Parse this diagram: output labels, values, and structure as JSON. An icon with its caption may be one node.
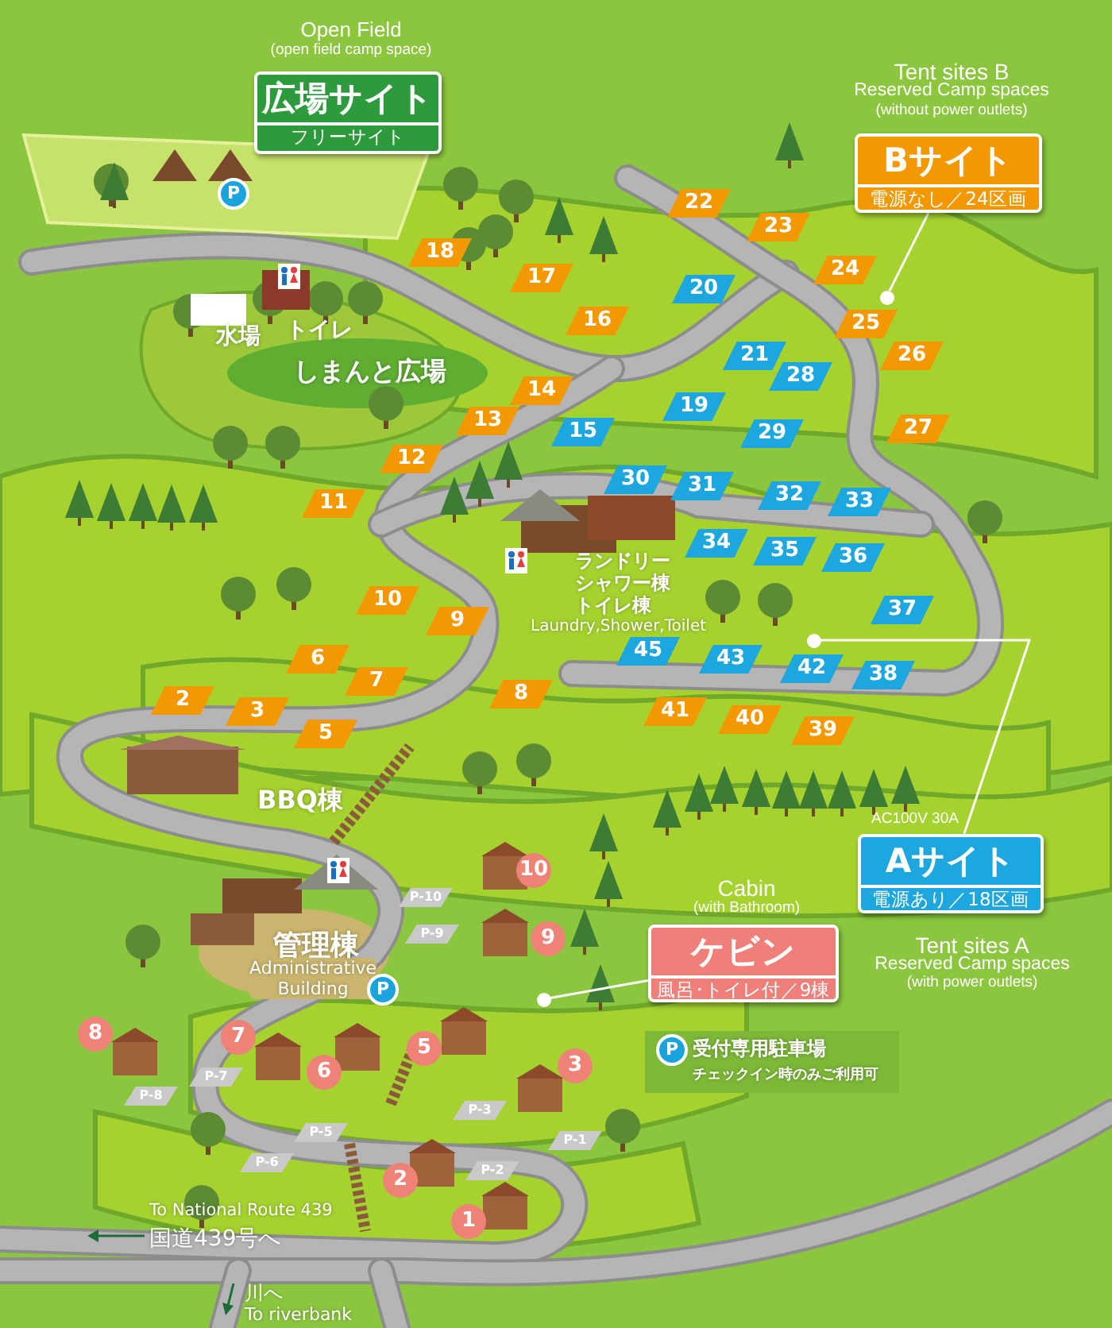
{
  "diagram": {
    "nodes": [
      {
        "text": [
          "広場サイト",
          "フリーサイト"
        ],
        "beside": [
          "Open Field",
          "(open field camp space)"
        ]
      },
      {
        "text": [
          "Bサイト",
          "電源なし／24区画"
        ],
        "beside": [
          "Tent sites B",
          "Reserved Camp spaces",
          "(without power outlets)"
        ]
      },
      {
        "text": [],
        "shape": "circle"
      },
      {
        "text": [
          "22"
        ]
      },
      {
        "text": [
          "23"
        ]
      },
      {
        "text": [
          "18"
        ]
      },
      {
        "text": [
          "17"
        ]
      },
      {
        "text": [
          "24"
        ]
      },
      {
        "text": [
          "20"
        ]
      },
      {
        "text": [
          "16"
        ]
      },
      {
        "text": [
          "25"
        ]
      },
      {
        "text": [
          "21"
        ]
      },
      {
        "text": [
          "14"
        ]
      },
      {
        "text": [
          "28"
        ]
      },
      {
        "text": [
          "26"
        ]
      },
      {
        "text": [
          "13"
        ]
      },
      {
        "text": [
          "19"
        ]
      },
      {
        "text": [
          "15"
        ]
      },
      {
        "text": [
          "29"
        ]
      },
      {
        "text": [
          "27"
        ]
      },
      {
        "text": [
          "12"
        ]
      },
      {
        "text": [
          "11"
        ]
      },
      {
        "text": [
          "30"
        ]
      },
      {
        "text": [
          "31"
        ]
      },
      {
        "text": [
          "32"
        ]
      },
      {
        "text": [
          "33"
        ]
      },
      {
        "text": [
          "34"
        ]
      },
      {
        "text": [
          "35"
        ]
      },
      {
        "text": [
          "36"
        ]
      },
      {
        "text": [
          "10"
        ]
      },
      {
        "text": [
          "9"
        ]
      },
      {
        "text": [
          "37"
        ]
      },
      {
        "text": [
          "45"
        ]
      },
      {
        "text": [
          "43"
        ]
      },
      {
        "text": [
          "42"
        ]
      },
      {
        "text": [
          "38"
        ]
      },
      {
        "text": [
          "6"
        ]
      },
      {
        "text": [
          "7"
        ]
      },
      {
        "text": [
          "8"
        ]
      },
      {
        "text": [
          "2"
        ]
      },
      {
        "text": [
          "3"
        ]
      },
      {
        "text": [
          "41"
        ]
      },
      {
        "text": [
          "40"
        ]
      },
      {
        "text": [
          "5"
        ]
      },
      {
        "text": [
          "39"
        ]
      },
      {
        "text": [
          "Aサイト",
          "電源あり／18区画"
        ],
        "beside": [
          "AC100V 30A",
          "Tent sites A",
          "Reserved Camp spaces",
          "(with power outlets)"
        ]
      },
      {
        "text": [],
        "shape": "circle"
      },
      {
        "text": [
          "ケビン",
          "風呂･トイレ付／9棟"
        ],
        "beside": [
          "Cabin",
          "(with Bathroom)"
        ]
      },
      {
        "text": [],
        "shape": "circle"
      },
      {
        "text": [
          "10"
        ]
      },
      {
        "text": [
          "9"
        ]
      },
      {
        "text": [
          "8"
        ]
      },
      {
        "text": [
          "7"
        ]
      },
      {
        "text": [
          "5"
        ]
      },
      {
        "text": [
          "3"
        ]
      },
      {
        "text": [
          "6"
        ]
      },
      {
        "text": [
          "2"
        ]
      },
      {
        "text": [
          "1"
        ]
      },
      {
        "text": [
          "P-10"
        ]
      },
      {
        "text": [
          "P-9"
        ]
      },
      {
        "text": [
          "P-7"
        ]
      },
      {
        "text": [
          "P-8"
        ]
      },
      {
        "text": [
          "P-3"
        ]
      },
      {
        "text": [
          "P-5"
        ]
      },
      {
        "text": [
          "P-1"
        ]
      },
      {
        "text": [
          "P-6"
        ]
      },
      {
        "text": [
          "P-2"
        ]
      }
    ],
    "edges": [
      {
        "from": 1,
        "to": 2,
        "arrow": "none"
      },
      {
        "from": 45,
        "to": 46,
        "arrow": "none"
      },
      {
        "from": 47,
        "to": 48,
        "arrow": "none"
      }
    ],
    "labels": [
      "水場",
      "トイレ",
      "しまんと広場",
      "ランドリーシャワー棟トイレ棟",
      "Laundry,Shower,Toilet",
      "BBQ棟",
      "管理棟",
      "Administrative Building",
      "P",
      "P",
      "P",
      "受付専用駐車場",
      "チェックイン時のみご利用可",
      "To National Route 439",
      "国道439号へ",
      "川へ",
      "To riverbank"
    ]
  }
}
